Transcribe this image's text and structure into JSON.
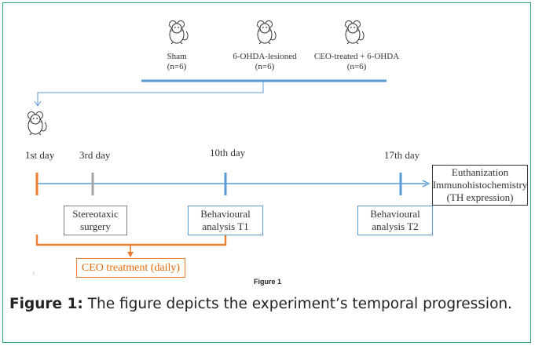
{
  "groups": [
    {
      "name": "Sham",
      "n": "(n=6)"
    },
    {
      "name": "6-OHDA-lesioned",
      "n": "(n=6)"
    },
    {
      "name": "CEO-treated + 6-OHDA",
      "n": "(n=6)"
    }
  ],
  "days": [
    "1st day",
    "3rd day",
    "10th day",
    "17th day"
  ],
  "boxes": {
    "stereotaxic": [
      "Stereotaxic",
      "surgery"
    ],
    "behaviour_t1": [
      "Behavioural",
      "analysis T1"
    ],
    "behaviour_t2": [
      "Behavioural",
      "analysis T2"
    ],
    "endpoint": [
      "Euthanization",
      "Immunohistochemistry",
      "(TH expression)"
    ],
    "treatment": "CEO treatment (daily)"
  },
  "figure_label": "Figure 1",
  "caption": {
    "prefix": "Figure 1:",
    "text": " The figure depicts the experiment’s temporal progression."
  },
  "colors": {
    "frame": "#2aa37a",
    "timeline": "#5b9bd5",
    "orange": "#ed7d31",
    "grey_tick": "#a6a6a6"
  }
}
